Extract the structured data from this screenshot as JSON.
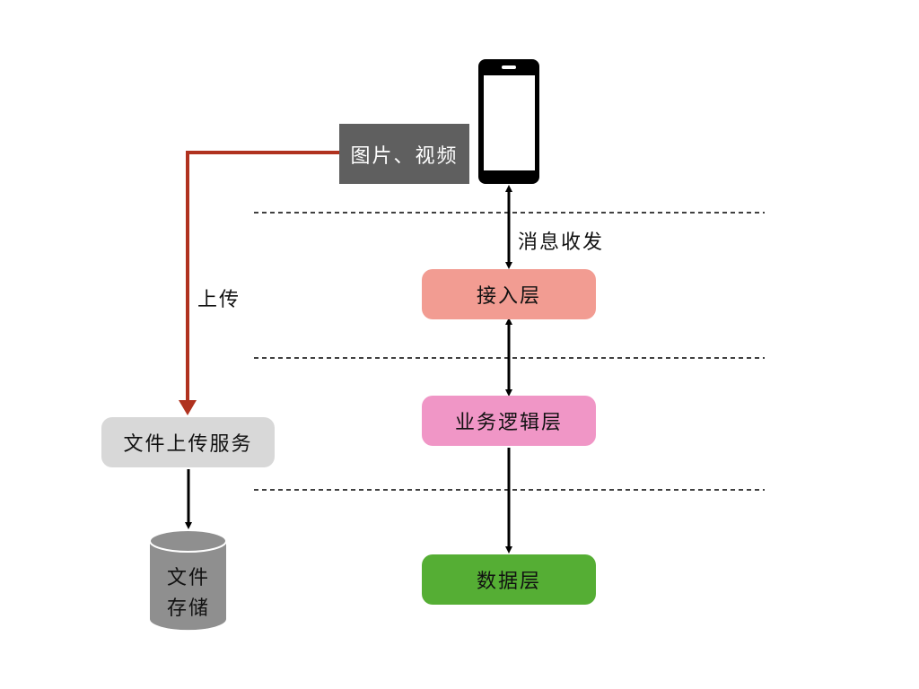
{
  "diagram": {
    "client": {
      "name": "mobile-phone"
    },
    "media_label": "图片、视频",
    "message_label": "消息收发",
    "upload_label": "上传",
    "layers": {
      "access": {
        "label": "接入层",
        "color": "#f29c92"
      },
      "logic": {
        "label": "业务逻辑层",
        "color": "#f096c6"
      },
      "data": {
        "label": "数据层",
        "color": "#55ae34"
      }
    },
    "upload_service": {
      "label": "文件上传服务",
      "color": "#d8d8d8"
    },
    "file_storage": {
      "line1": "文件",
      "line2": "存储",
      "color": "#8f8f8f"
    },
    "colors": {
      "upload_arrow": "#b0321f",
      "media_box": "#5f5f5f"
    }
  }
}
